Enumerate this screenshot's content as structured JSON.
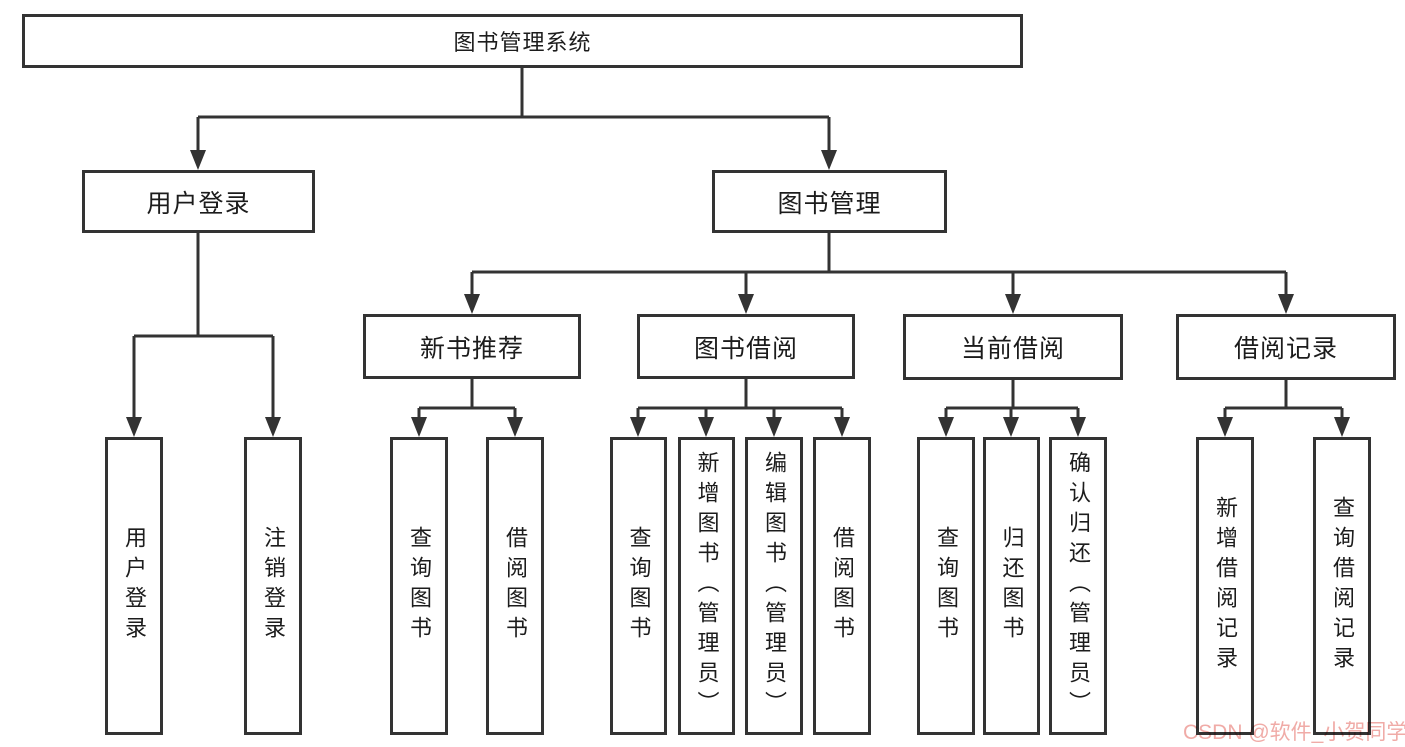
{
  "page": {
    "background": "#ffffff",
    "watermark": {
      "text": "CSDN @软件_小贺同学",
      "color": "#f0aba7"
    }
  },
  "diagram": {
    "type": "tree",
    "line_color": "#333333",
    "box_fill": "#ffffff",
    "text_color": "#1c1c1c",
    "root": {
      "label": "图书管理系统"
    },
    "branches": [
      {
        "label": "用户登录",
        "leaves": [
          "用户登录",
          "注销登录"
        ]
      },
      {
        "label": "图书管理",
        "groups": [
          {
            "label": "新书推荐",
            "leaves": [
              "查询图书",
              "借阅图书"
            ]
          },
          {
            "label": "图书借阅",
            "leaves": [
              "查询图书",
              "新增图书（管理员）",
              "编辑图书（管理员）",
              "借阅图书"
            ]
          },
          {
            "label": "当前借阅",
            "leaves": [
              "查询图书",
              "归还图书",
              "确认归还（管理员）"
            ]
          },
          {
            "label": "借阅记录",
            "leaves": [
              "新增借阅记录",
              "查询借阅记录"
            ]
          }
        ]
      }
    ]
  }
}
